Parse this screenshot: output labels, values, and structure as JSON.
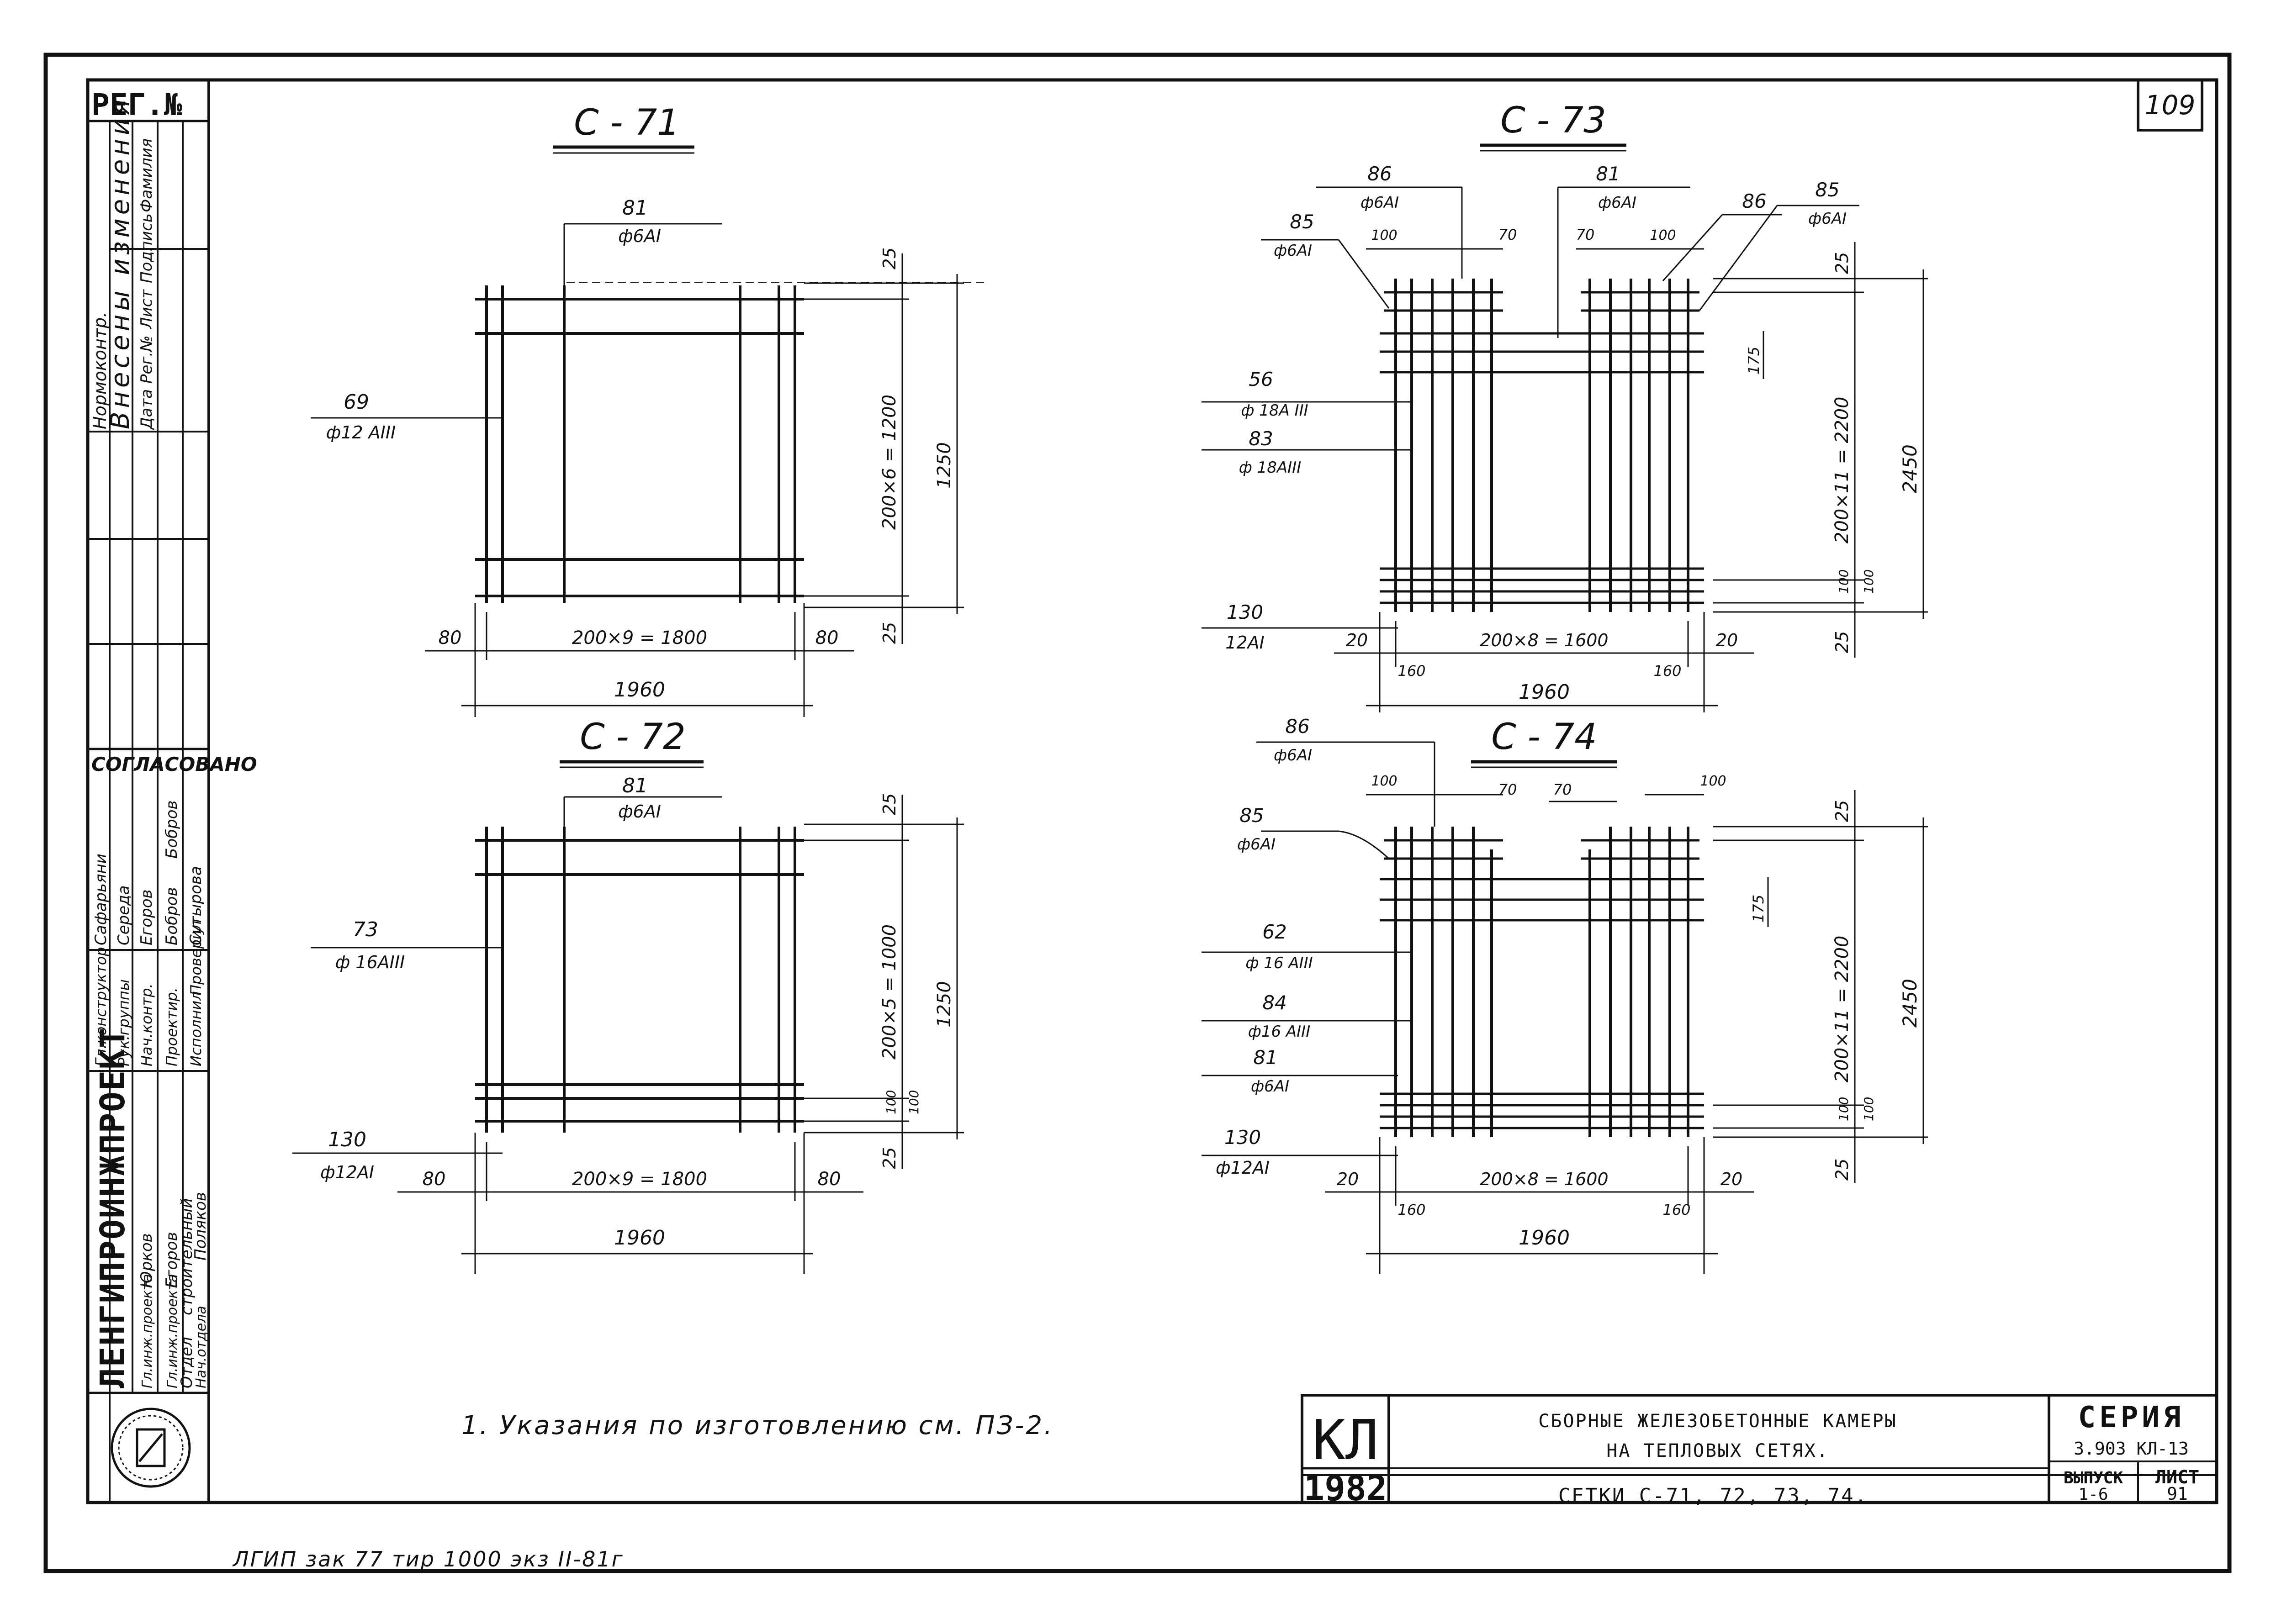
{
  "sheet": {
    "sheet_stamp": "109",
    "reg_label": "РЕГ.№",
    "changes_title": "Внесены изменения",
    "changes_cols": [
      "Дата",
      "Рег.№",
      "Лист",
      "Подпись",
      "Фамилия"
    ],
    "normcontrol": "Нормоконтр.",
    "agreed": "СОГЛАСОВАНО",
    "agreed_names": [
      "Сафарьяни",
      "Середа",
      "Егоров",
      "Бобров",
      "Бобров",
      "Сутырова"
    ],
    "roles": [
      "Гл.конструктор",
      "Рук.группы",
      "Нач.контр.",
      "Проектир.",
      "Исполнил",
      "Проверил"
    ],
    "org": "ЛЕНГИПРОИНЖПРОЕКТ",
    "staff_roles": [
      "Гл.инж.проекта",
      "Гл.инж.проекта",
      "Отдел",
      "Нач.отдела"
    ],
    "staff_names": [
      "Юрков",
      "Егоров",
      "строительный",
      "Поляков"
    ],
    "footer_note": "ЛГИП зак 77 тир 1000 экз II-81г"
  },
  "drawings": {
    "c71": {
      "title": "С - 71",
      "bar_top_num": "81",
      "bar_top_spec": "ф6АI",
      "bar_left_num": "69",
      "bar_left_spec": "ф12 АIII",
      "dim_top": "25",
      "dim_inner": "200×6 = 1200",
      "dim_total": "1250",
      "dim_bottom": "25",
      "dim_left": "80",
      "dim_mid": "200×9 = 1800",
      "dim_right": "80",
      "dim_overall": "1960"
    },
    "c72": {
      "title": "С - 72",
      "bar_top_num": "81",
      "bar_top_spec": "ф6АI",
      "bar_left_num": "73",
      "bar_left_spec": "ф 16АIII",
      "bar_bottom_num": "130",
      "bar_bottom_spec": "ф12АI",
      "dim_top": "25",
      "dim_inner": "200×5 = 1000",
      "dim_total": "1250",
      "dim_small_a": "100",
      "dim_small_b": "100",
      "dim_bottom": "25",
      "dim_left": "80",
      "dim_mid": "200×9 = 1800",
      "dim_right": "80",
      "dim_overall": "1960"
    },
    "c73": {
      "title": "С - 73",
      "labels": [
        {
          "num": "86",
          "spec": "ф6АI"
        },
        {
          "num": "85",
          "spec": "ф6АI"
        },
        {
          "num": "81",
          "spec": "ф6АI"
        },
        {
          "num": "86",
          "spec": ""
        },
        {
          "num": "85",
          "spec": "ф6АI"
        },
        {
          "num": "56",
          "spec": "ф 18А III"
        },
        {
          "num": "83",
          "spec": "ф 18АIII"
        },
        {
          "num": "130",
          "spec": "12АI"
        }
      ],
      "d100a": "100",
      "d70a": "70",
      "d70b": "70",
      "d100b": "100",
      "dim_top": "25",
      "dim_175": "175",
      "dim_inner": "200×11 = 2200",
      "dim_total": "2450",
      "dim_100a": "100",
      "dim_100b": "100",
      "dim_bottom": "25",
      "dim_left": "20",
      "dim_mid": "200×8 = 1600",
      "dim_right": "20",
      "dim_160a": "160",
      "dim_160b": "160",
      "dim_overall": "1960"
    },
    "c74": {
      "title": "С - 74",
      "labels": [
        {
          "num": "86",
          "spec": "ф6АI"
        },
        {
          "num": "85",
          "spec": "ф6АI"
        },
        {
          "num": "62",
          "spec": "ф 16 АIII"
        },
        {
          "num": "84",
          "spec": "ф16 АIII"
        },
        {
          "num": "81",
          "spec": "ф6АI"
        },
        {
          "num": "130",
          "spec": "ф12АI"
        }
      ],
      "d100a": "100",
      "d70a": "70",
      "d70b": "70",
      "d100b": "100",
      "dim_top": "25",
      "dim_175": "175",
      "dim_inner": "200×11 = 2200",
      "dim_total": "2450",
      "dim_100a": "100",
      "dim_100b": "100",
      "dim_bottom": "25",
      "dim_left": "20",
      "dim_mid": "200×8 = 1600",
      "dim_right": "20",
      "dim_160a": "160",
      "dim_160b": "160",
      "dim_overall": "1960"
    }
  },
  "note": "1. Указания   по   изготовлению   см. ПЗ-2.",
  "title_block": {
    "code": "КЛ",
    "year": "1982",
    "title_line1": "СБОРНЫЕ   ЖЕЛЕЗОБЕТОННЫЕ   КАМЕРЫ",
    "title_line2": "НА  ТЕПЛОВЫХ   СЕТЯХ.",
    "sheet_title": "СЕТКИ   С-71, 72, 73, 74.",
    "series_label": "СЕРИЯ",
    "series_value": "3.903 КЛ-13",
    "issue_label": "ВЫПУСК",
    "issue_value": "1-6",
    "sheet_label": "ЛИСТ",
    "sheet_value": "91"
  }
}
